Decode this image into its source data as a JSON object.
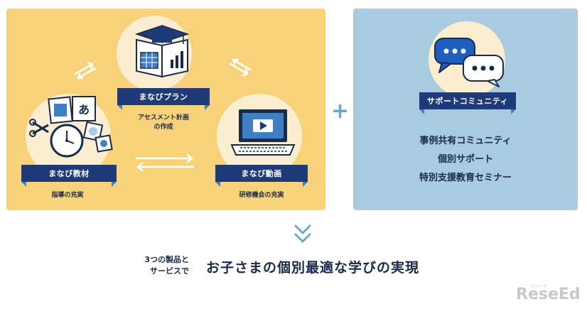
{
  "left_panel": {
    "plan": {
      "label": "まなびプラン",
      "caption_line1": "アセスメント計画",
      "caption_line2": "の作成"
    },
    "material": {
      "label": "まなび教材",
      "caption": "指導の充実"
    },
    "video": {
      "label": "まなび動画",
      "caption": "研修機会の充実"
    }
  },
  "plus_symbol": "+",
  "right_panel": {
    "label": "サポートコミュニティ",
    "items": [
      "事例共有コミュニティ",
      "個別サポート",
      "特別支援教育セミナー"
    ]
  },
  "bottom": {
    "lead_line1": "3つの製品と",
    "lead_line2": "サービスで",
    "headline": "お子さまの個別最適な学びの実現"
  },
  "logo": {
    "text": "ReseEd",
    "small": "リシード"
  },
  "colors": {
    "panel_yellow": "#f7d27a",
    "panel_blue": "#a9cbe0",
    "ribbon_navy": "#1f3a78",
    "accent_blue": "#3f7fc4"
  }
}
